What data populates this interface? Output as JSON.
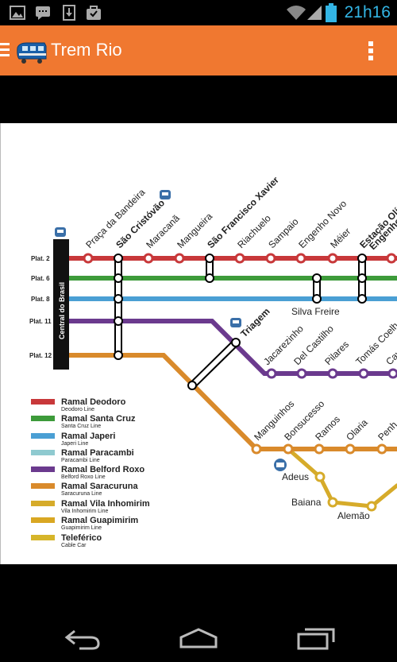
{
  "status_bar": {
    "time": "21h16",
    "icons": [
      "image-icon",
      "chat-icon",
      "download-icon",
      "briefcase-icon",
      "wifi-icon",
      "signal-icon",
      "battery-icon"
    ]
  },
  "app_bar": {
    "title": "Trem Rio",
    "menu_icon": "hamburger-icon",
    "overflow_icon": "overflow-menu-icon",
    "app_icon": "train-icon",
    "background": "#f07830"
  },
  "map": {
    "central_station": "Central do Brasil",
    "platforms": [
      "Plat. 2",
      "Plat. 6",
      "Plat. 8",
      "Plat. 11",
      "Plat. 12"
    ],
    "stations": {
      "praca_da_bandeira": "Praça da Bandeira",
      "sao_cristovao": "São Cristóvão",
      "maracana": "Maracanã",
      "mangueira": "Mangueira",
      "sao_francisco_xavier": "São Francisco Xavier",
      "riachuelo": "Riachuelo",
      "sampaio": "Sampaio",
      "engenho_novo": "Engenho Novo",
      "meier": "Méier",
      "estacao_olimpica_1": "Estação Olímpi",
      "estacao_olimpica_2": "Engenho d",
      "silva_freire": "Silva Freire",
      "triagem": "Triagem",
      "jacarezinho": "Jacarezinho",
      "del_castilho": "Del Castilho",
      "pilares": "Pilares",
      "tomas_coelho": "Tomás Coelh",
      "cavalcanti": "Cav",
      "manguinhos": "Manguinhos",
      "bonsucesso": "Bonsucesso",
      "ramos": "Ramos",
      "olaria": "Olaria",
      "penha": "Penh",
      "adeus": "Adeus",
      "baiana": "Baiana",
      "alemao": "Alemão"
    },
    "line_colors": {
      "deodoro": "#c8383a",
      "santa_cruz": "#3d9b3a",
      "japeri": "#4a9fd4",
      "paracambi": "#8fcad0",
      "belford_roxo": "#6b3a8e",
      "saracuruna": "#d98a2b",
      "vila_inhomirim": "#d6ab2a",
      "guapimirim": "#d9a722",
      "teleferico": "#d6b52a"
    },
    "legend": [
      {
        "name": "Ramal Deodoro",
        "sub": "Deodoro Line",
        "color": "#c8383a"
      },
      {
        "name": "Ramal Santa Cruz",
        "sub": "Santa Cruz Line",
        "color": "#3d9b3a"
      },
      {
        "name": "Ramal Japeri",
        "sub": "Japeri Line",
        "color": "#4a9fd4"
      },
      {
        "name": "Ramal Paracambi",
        "sub": "Paracambi Line",
        "color": "#8fcad0"
      },
      {
        "name": "Ramal Belford Roxo",
        "sub": "Belford Roxo Line",
        "color": "#6b3a8e"
      },
      {
        "name": "Ramal Saracuruna",
        "sub": "Saracuruna Line",
        "color": "#d98a2b"
      },
      {
        "name": "Ramal Vila Inhomirim",
        "sub": "Vila Inhomirim Line",
        "color": "#d6ab2a"
      },
      {
        "name": "Ramal Guapimirim",
        "sub": "Guapimirim Line",
        "color": "#d9a722"
      },
      {
        "name": "Teleférico",
        "sub": "Cable Car",
        "color": "#d6b52a"
      }
    ]
  },
  "nav_bar": {
    "back_icon": "back-icon",
    "home_icon": "home-icon",
    "recents_icon": "recents-icon"
  }
}
